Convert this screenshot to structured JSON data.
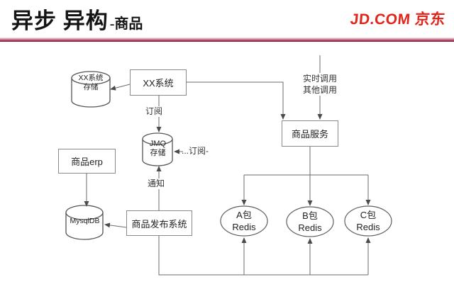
{
  "header": {
    "title_main": "异步 异构",
    "title_suffix": "-商品",
    "logo": "JD.COM 京东"
  },
  "nodes": {
    "xx_storage": {
      "line1": "XX系统",
      "line2": "存储"
    },
    "xx_system": {
      "label": "XX系统"
    },
    "jmq": {
      "line1": "JMQ",
      "line2": "存储"
    },
    "erp": {
      "label": "商品erp"
    },
    "mysql": {
      "label": "MysqlDB"
    },
    "publish": {
      "label": "商品发布系统"
    },
    "service": {
      "label": "商品服务"
    },
    "redis_a": {
      "line1": "A包",
      "line2": "Redis"
    },
    "redis_b": {
      "line1": "B包",
      "line2": "Redis"
    },
    "redis_c": {
      "line1": "C包",
      "line2": "Redis"
    }
  },
  "edge_labels": {
    "subscribe": "订阅",
    "subscribe_others": "...订阅-",
    "notify": "通知",
    "realtime_call": "实时调用",
    "other_call": "其他调用"
  },
  "colors": {
    "divider_red": "#8e2743",
    "logo_red": "#e1251b",
    "line_gray": "#6b6b6b"
  }
}
